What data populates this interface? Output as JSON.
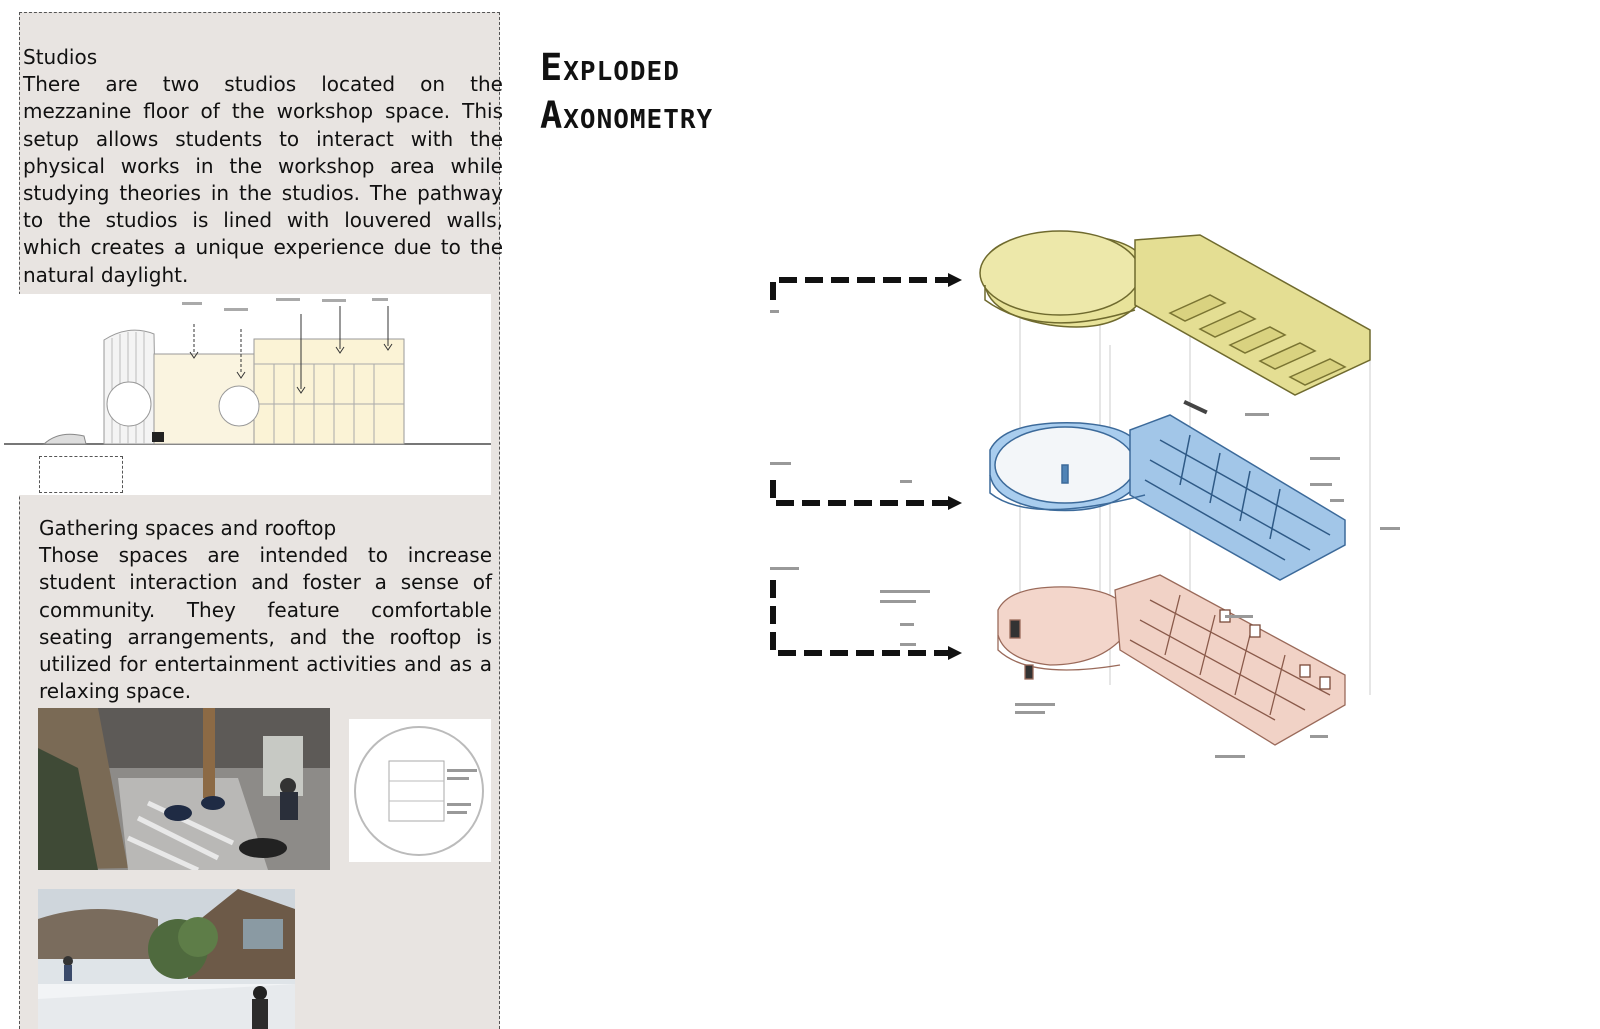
{
  "studios": {
    "heading": "Studios",
    "body": "There are two studios located on the mezzanine floor of the workshop space. This setup allows students to interact with the physical works in the workshop area while studying theories in the studios. The pathway to the studios is lined with louvered walls, which creates a unique experience due to the natural daylight."
  },
  "gathering": {
    "heading": "Gathering spaces and rooftop",
    "body": "Those spaces are intended to increase student interaction and foster a sense of community. They feature comfortable seating arrangements, and the rooftop is utilized for entertainment activities and as a relaxing space."
  },
  "title": {
    "line1": "Exploded",
    "line2": "Axonometry"
  },
  "colors": {
    "panel": "#e8e4e1",
    "roof": "#e8e39a",
    "first_floor": "#a9cdee",
    "ground_floor": "#f3d6cb"
  }
}
